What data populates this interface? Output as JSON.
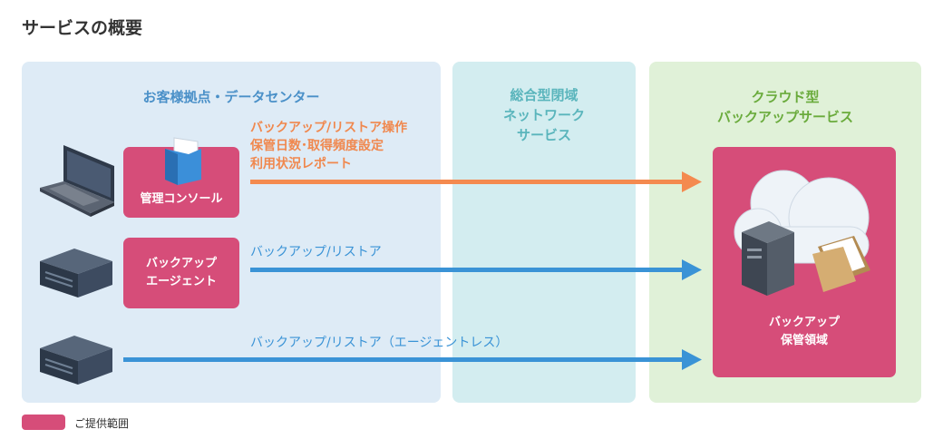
{
  "page_title": "サービスの概要",
  "panels": {
    "office": "お客様拠点・データセンター",
    "network": "総合型閉域\nネットワーク\nサービス",
    "cloud": "クラウド型\nバックアップサービス"
  },
  "boxes": {
    "console": "管理コンソール",
    "agent": "バックアップ\nエージェント",
    "storage": "バックアップ\n保管領域"
  },
  "arrows": {
    "orange_label": "バックアップ/リストア操作\n保管日数･取得頻度設定\n利用状況レポート",
    "blue1_label": "バックアップ/リストア",
    "blue2_label": "バックアップ/リストア（エージェントレス）"
  },
  "legend": {
    "label": "ご提供範囲",
    "color": "#d64d79"
  },
  "colors": {
    "orange": "#f48a4f",
    "blue": "#3a93d6",
    "pink": "#d64d79"
  }
}
